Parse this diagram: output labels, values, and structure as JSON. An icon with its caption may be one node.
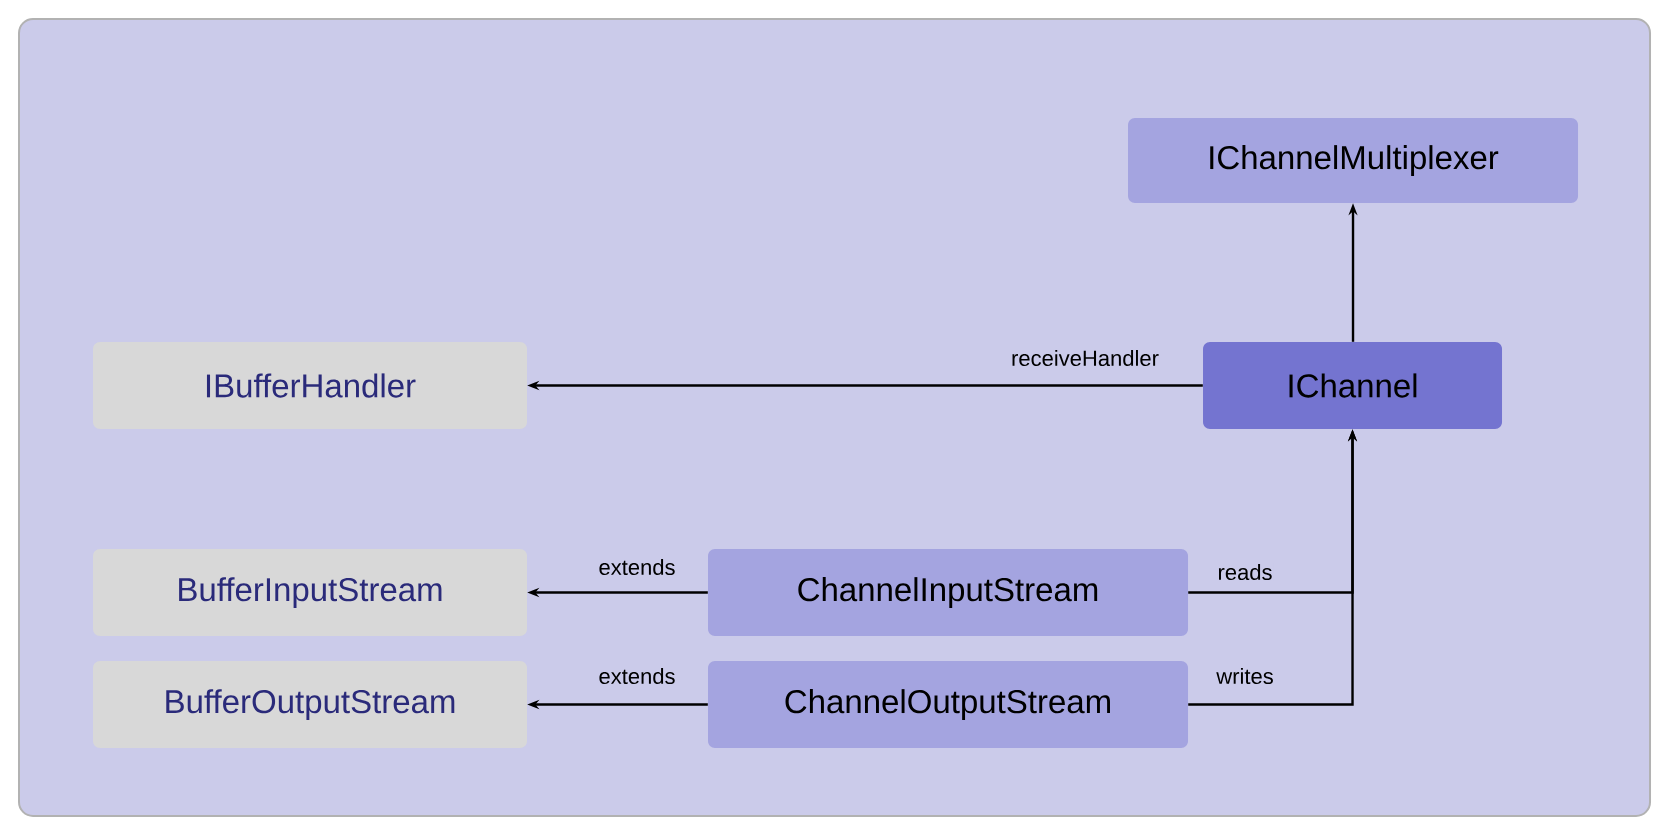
{
  "diagram": {
    "nodes": [
      {
        "text": [
          "IChannelMultiplexer"
        ]
      },
      {
        "text": [
          "IBufferHandler"
        ]
      },
      {
        "text": [
          "IChannel"
        ]
      },
      {
        "text": [
          "BufferInputStream"
        ]
      },
      {
        "text": [
          "ChannelInputStream"
        ]
      },
      {
        "text": [
          "BufferOutputStream"
        ]
      },
      {
        "text": [
          "ChannelOutputStream"
        ]
      }
    ],
    "edges": [
      {
        "from": 2,
        "to": 0,
        "arrow": "to"
      },
      {
        "from": 2,
        "to": 1,
        "arrow": "to",
        "label": "receiveHandler"
      },
      {
        "from": 4,
        "to": 3,
        "arrow": "to",
        "label": "extends"
      },
      {
        "from": 4,
        "to": 2,
        "arrow": "to",
        "label": "reads"
      },
      {
        "from": 6,
        "to": 5,
        "arrow": "to",
        "label": "extends"
      },
      {
        "from": 6,
        "to": 2,
        "arrow": "to",
        "label": "writes"
      }
    ]
  }
}
